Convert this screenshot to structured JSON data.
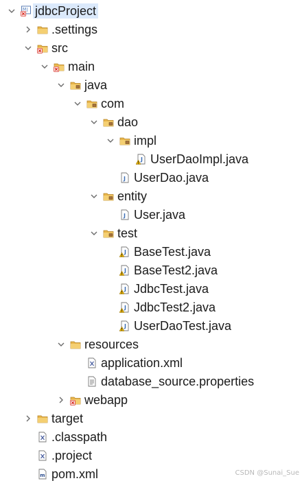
{
  "tree": [
    {
      "label": "jdbcProject",
      "depth": 0,
      "chevron": "down",
      "icon": "project-icon",
      "selected": true
    },
    {
      "label": ".settings",
      "depth": 1,
      "chevron": "right",
      "icon": "folder-icon"
    },
    {
      "label": "src",
      "depth": 1,
      "chevron": "down",
      "icon": "source-folder-icon"
    },
    {
      "label": "main",
      "depth": 2,
      "chevron": "down",
      "icon": "source-folder-icon"
    },
    {
      "label": "java",
      "depth": 3,
      "chevron": "down",
      "icon": "package-folder-icon"
    },
    {
      "label": "com",
      "depth": 4,
      "chevron": "down",
      "icon": "package-folder-icon"
    },
    {
      "label": "dao",
      "depth": 5,
      "chevron": "down",
      "icon": "package-folder-icon"
    },
    {
      "label": "impl",
      "depth": 6,
      "chevron": "down",
      "icon": "package-folder-icon"
    },
    {
      "label": "UserDaoImpl.java",
      "depth": 7,
      "chevron": "none",
      "icon": "java-file-warning-icon"
    },
    {
      "label": "UserDao.java",
      "depth": 6,
      "chevron": "none",
      "icon": "java-file-icon"
    },
    {
      "label": "entity",
      "depth": 5,
      "chevron": "down",
      "icon": "package-folder-icon"
    },
    {
      "label": "User.java",
      "depth": 6,
      "chevron": "none",
      "icon": "java-file-icon"
    },
    {
      "label": "test",
      "depth": 5,
      "chevron": "down",
      "icon": "package-folder-icon"
    },
    {
      "label": "BaseTest.java",
      "depth": 6,
      "chevron": "none",
      "icon": "java-file-warning-icon"
    },
    {
      "label": "BaseTest2.java",
      "depth": 6,
      "chevron": "none",
      "icon": "java-file-warning-icon"
    },
    {
      "label": "JdbcTest.java",
      "depth": 6,
      "chevron": "none",
      "icon": "java-file-warning-icon"
    },
    {
      "label": "JdbcTest2.java",
      "depth": 6,
      "chevron": "none",
      "icon": "java-file-warning-icon"
    },
    {
      "label": "UserDaoTest.java",
      "depth": 6,
      "chevron": "none",
      "icon": "java-file-warning-icon"
    },
    {
      "label": "resources",
      "depth": 3,
      "chevron": "down",
      "icon": "folder-icon"
    },
    {
      "label": "application.xml",
      "depth": 4,
      "chevron": "none",
      "icon": "xml-file-icon"
    },
    {
      "label": "database_source.properties",
      "depth": 4,
      "chevron": "none",
      "icon": "text-file-icon"
    },
    {
      "label": "webapp",
      "depth": 3,
      "chevron": "right",
      "icon": "source-folder-icon"
    },
    {
      "label": "target",
      "depth": 1,
      "chevron": "right",
      "icon": "folder-icon"
    },
    {
      "label": ".classpath",
      "depth": 1,
      "chevron": "none",
      "icon": "xml-file-icon"
    },
    {
      "label": ".project",
      "depth": 1,
      "chevron": "none",
      "icon": "xml-file-icon"
    },
    {
      "label": "pom.xml",
      "depth": 1,
      "chevron": "none",
      "icon": "maven-file-icon"
    }
  ],
  "watermark": "CSDN @Sunai_Sue",
  "colors": {
    "folder": "#e8b54a",
    "chevron": "#6b6b6b",
    "error": "#d9342b",
    "java": "#3e6fb5",
    "warning": "#e9b200",
    "selection": "#dbe9fb"
  }
}
